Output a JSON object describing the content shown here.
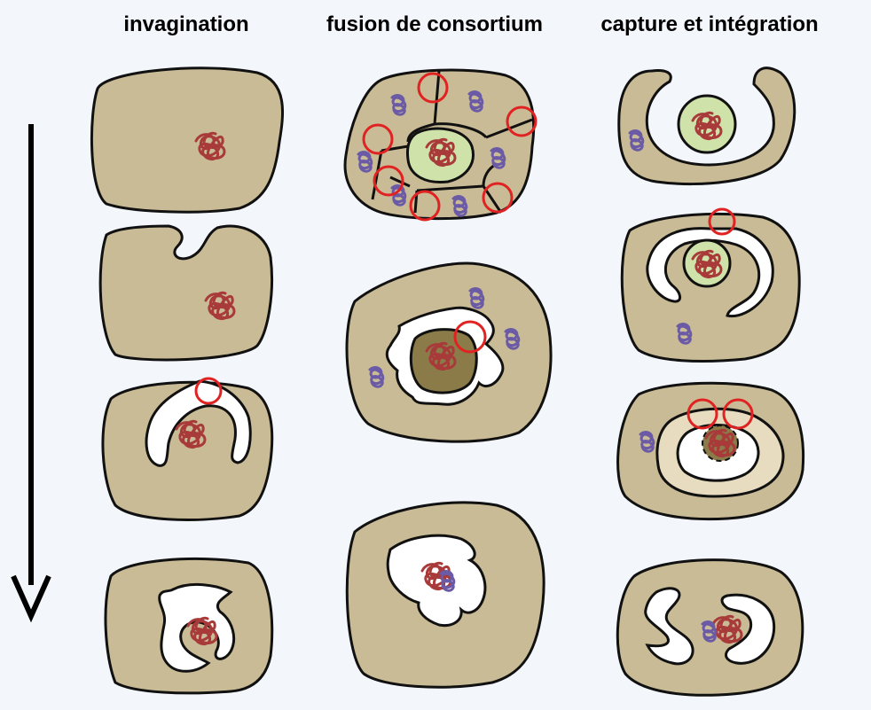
{
  "columns": [
    {
      "id": "invagination",
      "title": "invagination"
    },
    {
      "id": "fusion",
      "title": "fusion de consortium"
    },
    {
      "id": "capture",
      "title": "capture et intégration"
    }
  ],
  "colors": {
    "background": "#f3f6fb",
    "cell_fill": "#c9bb95",
    "outline": "#111111",
    "chromatin_red": "#a83a3a",
    "chromatin_purple": "#6b5aa6",
    "nucleus_green": "#cfe2aa",
    "nucleus_dark": "#8a7b48",
    "fusion_marker_red": "#e02222"
  },
  "icons": {
    "timeline_arrow": "down-arrow-icon",
    "fusion_marker": "red-circle-icon",
    "chromatin": "chromatin-coil-icon"
  }
}
